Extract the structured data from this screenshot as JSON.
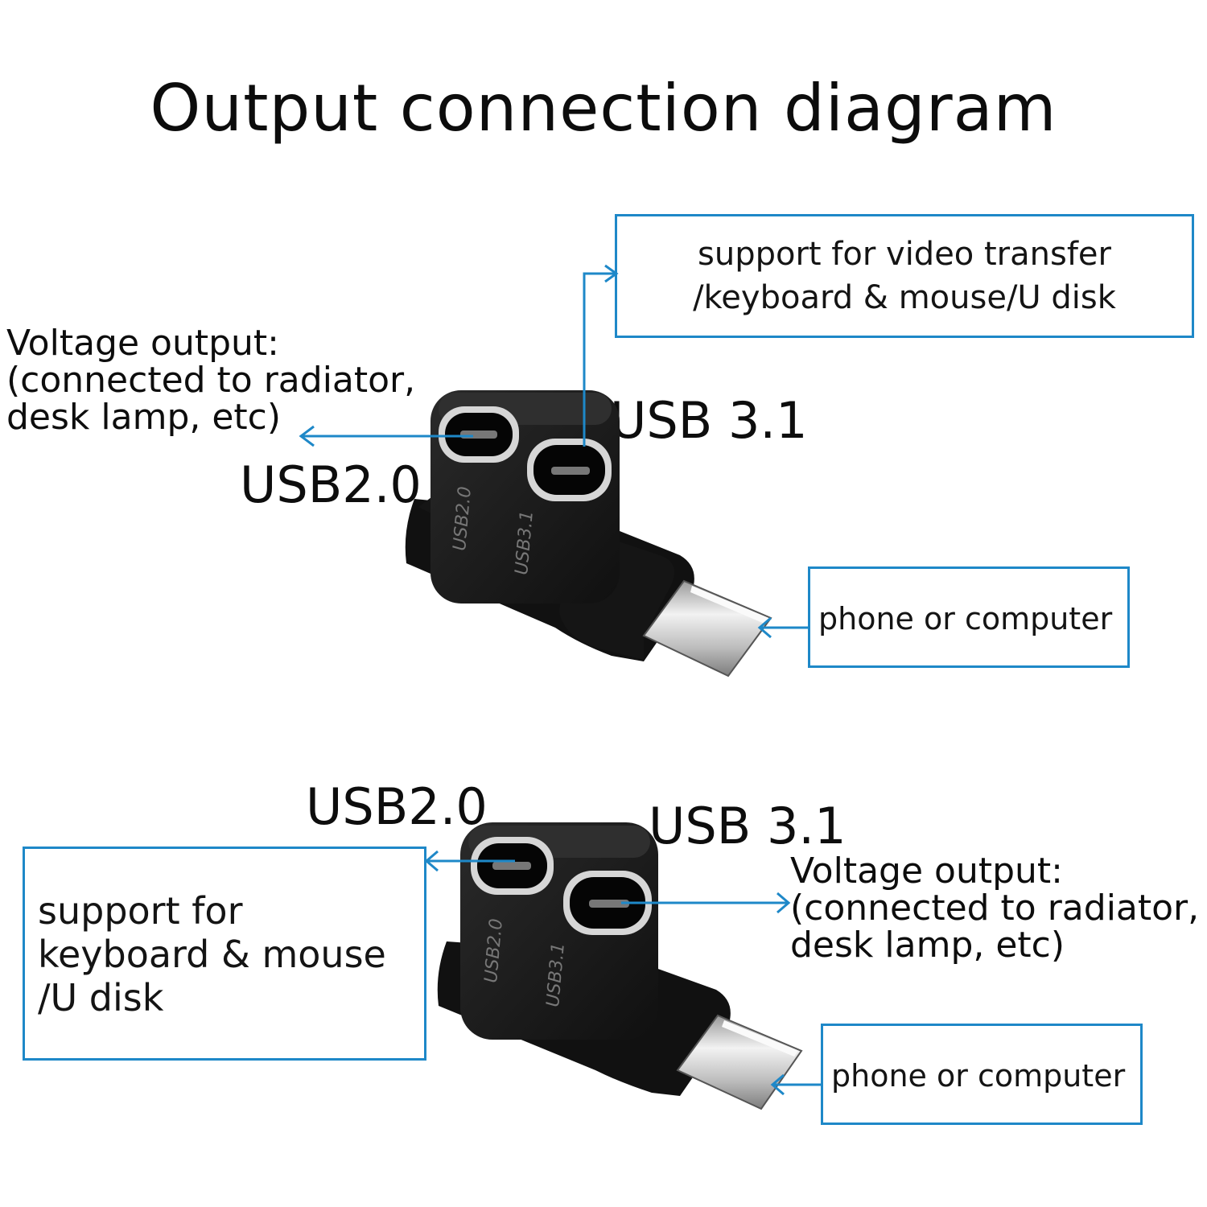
{
  "title": "Output connection diagram",
  "top": {
    "voltage_lines": [
      "Voltage output:",
      "(connected to radiator,",
      "desk lamp, etc)"
    ],
    "usb20_label": "USB2.0",
    "usb31_label": "USB 3.1",
    "support_lines": [
      "support for video transfer",
      "/keyboard & mouse/U disk"
    ],
    "phone_label": "phone or computer",
    "body_usb20_text": "USB2.0",
    "body_usb31_text": "USB3.1"
  },
  "bottom": {
    "usb20_label": "USB2.0",
    "usb31_label": "USB 3.1",
    "support_lines": [
      "support for",
      "keyboard & mouse",
      "/U disk"
    ],
    "voltage_lines": [
      "Voltage output:",
      "(connected to radiator,",
      "desk lamp, etc)"
    ],
    "phone_label": "phone or computer",
    "body_usb20_text": "USB2.0",
    "body_usb31_text": "USB3.1"
  },
  "colors": {
    "accent": "#1e88c8",
    "adapter_body": "#1b1b1b",
    "plug_metal": "#c8c8c8"
  }
}
